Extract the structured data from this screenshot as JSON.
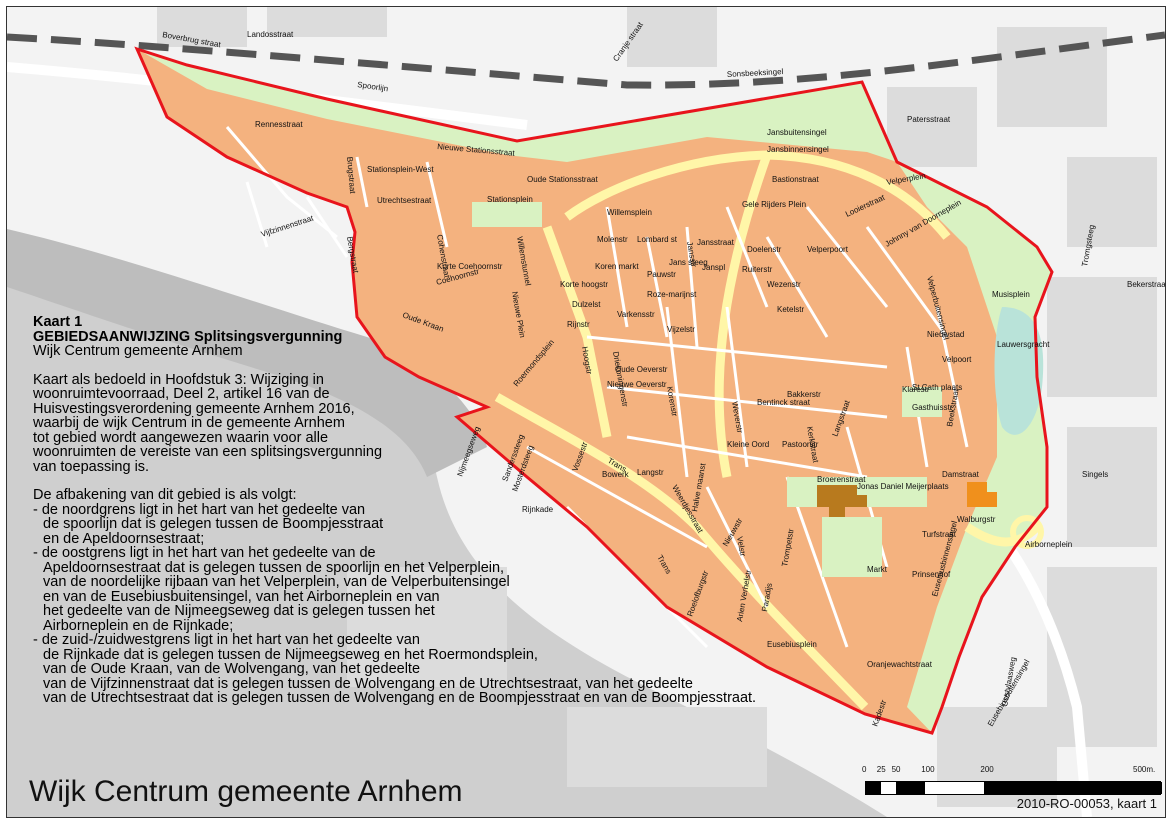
{
  "map": {
    "title": "Wijk Centrum gemeente Arnhem",
    "reference": "2010-RO-00053, kaart 1",
    "colors": {
      "boundary": "#e8141c",
      "district_fill": "#f4b27f",
      "green": "#d9f2c2",
      "road": "#fff6a8",
      "building_outside": "#d3d3d3",
      "water": "#cfcfcf",
      "church": "#b87a1e",
      "church2": "#f0901c",
      "lake": "#b9e3d9"
    },
    "street_labels": [
      "Boverbrug straat",
      "Landosstraat",
      "Cranje straat",
      "Sonsbeeksingel",
      "Spoorlijn",
      "Rennesstraat",
      "Brugstraat",
      "Nieuwe Stationsstraat",
      "Jansbuitensingel",
      "Patersstraat",
      "Jansbinnensingel",
      "Bastionstraat",
      "Velperplein",
      "Stationsplein-West",
      "Oude Stationsstraat",
      "Utrechtsestraat",
      "Stationsplein",
      "Willemsplein",
      "Gele Rijders Plein",
      "Looierstraat",
      "Vijfzinnenstraat",
      "Bergstraat",
      "Cohenstraat",
      "Korte Coehoornstr",
      "Coehoornstr",
      "Oude Kraan",
      "Molenstr",
      "Lombard st",
      "Jansstr",
      "Jansstraat",
      "Doelenstr",
      "Velperpoort",
      "Johnny van Doorneplein",
      "Koren markt",
      "Jans steeg",
      "Janspl",
      "Ruiterstr",
      "Wezenstr",
      "Velperbuitensingel",
      "Korte hoogstr",
      "Pauwstr",
      "Roze-marijnst",
      "Nieuwe Plein",
      "Dulzelst",
      "Varkensstr",
      "Rijnstr",
      "Vijzelstr",
      "Ketelstr",
      "Musisplein",
      "Hoogstr",
      "Driekoningenstr",
      "Oude Oeverstr",
      "Nieuwe Oeverstr",
      "Korenstr",
      "Weverstr",
      "Bakkerstr",
      "Bentinck straat",
      "Kerkstraat",
      "Langstraat",
      "Klarestr",
      "Nieuwstad",
      "Velpoort",
      "Lauwersgracht",
      "St.Cath plaats",
      "Gasthuisstr",
      "Beekstraat",
      "Roermondsplein",
      "Sanderssteeg",
      "Mosterdsteeg",
      "Vossestr",
      "Rijnkade",
      "Bowerk",
      "Langstr",
      "Kleine Oord",
      "Pastoorstr",
      "Broerenstraat",
      "Jonas Daniel Meijerplaats",
      "Damstraat",
      "Walburgstr",
      "Airborneplein",
      "Turfstraat",
      "Trompetstr",
      "Markt",
      "Prinsenhof",
      "Arien Verhelstr",
      "Paradijs",
      "Roelofburgstr",
      "Eusebiusplein",
      "Oranjewachtstraat",
      "Kadestr",
      "Eusebiusbinnensingel",
      "Eusebiusbuitensingel",
      "Singels",
      "Bekerstraat",
      "Oostvlaasweg",
      "Nijmeegseweg",
      "Trans",
      "Weerdjesstraat",
      "Halve maanst",
      "Nieuwstr",
      "Velstr",
      "Trans",
      "Willemstunnel",
      "Tromgsteeg"
    ]
  },
  "legend": {
    "heading": "Kaart 1",
    "subheading": "GEBIEDSAANWIJZING Splitsingsvergunning",
    "area": "Wijk Centrum gemeente Arnhem",
    "para1": [
      "Kaart als bedoeld in Hoofdstuk 3: Wijziging in",
      "woonruimtevoorraad, Deel 2, artikel 16 van de",
      "Huisvestingsverordening gemeente Arnhem 2016,",
      "waarbij de wijk Centrum in de gemeente Arnhem",
      "tot gebied wordt aangewezen waarin voor alle",
      "woonruimten de vereiste van een splitsingsvergunning",
      "van toepassing is."
    ],
    "para2_intro": "De afbakening van dit gebied is als volgt:",
    "para2": [
      "- de noordgrens ligt in het hart van het gedeelte van",
      "  de spoorlijn  dat is gelegen tussen de Boompjesstraat",
      "  en de Apeldoornsestraat;",
      "- de oostgrens ligt in het hart van het gedeelte van de",
      "  Apeldoornsestraat  dat is gelegen tussen de spoorlijn en het Velperplein,",
      "  van de  noordelijke rijbaan van het Velperplein, van de Velperbuitensingel",
      "  en van de Eusebiusbuitensingel, van het Airborneplein en van",
      "  het gedeelte van de Nijmeegseweg dat is gelegen tussen het",
      "  Airborneplein en de Rijnkade;",
      "- de zuid-/zuidwestgrens ligt in het hart van het gedeelte van",
      "  de Rijnkade dat is gelegen tussen de Nijmeegseweg en  het Roermondsplein,",
      "  van de Oude Kraan, van de Wolvengang, van het gedeelte",
      "  van de Vijfzinnenstraat dat is gelegen tussen de Wolvengang  en de Utrechtsestraat, van het gedeelte",
      "  van de Utrechtsestraat  dat is gelegen tussen de Wolvengang en de Boompjesstraat  en van de Boompjesstraat."
    ]
  },
  "scalebar": {
    "ticks": [
      "0",
      "25",
      "50",
      "100",
      "200",
      "500m."
    ],
    "tick_values_m": [
      0,
      25,
      50,
      100,
      200,
      500
    ]
  }
}
